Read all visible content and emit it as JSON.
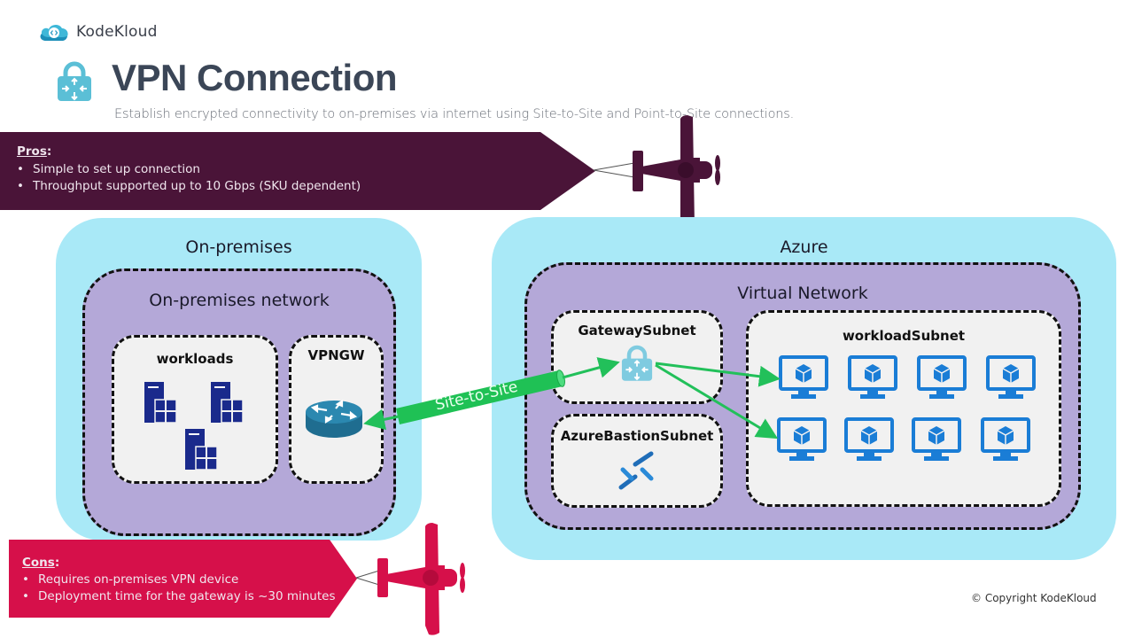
{
  "brand": {
    "name": "KodeKloud",
    "logo_icon": "kodekloud-cloud-logo-icon"
  },
  "header": {
    "title": "VPN Connection",
    "title_icon": "vpn-gateway-lock-icon",
    "subtitle": "Establish encrypted connectivity to on-premises via internet using Site-to-Site and Point-to-Site connections."
  },
  "pros": {
    "heading": "Pros",
    "items": [
      "Simple to set up connection",
      "Throughput supported up to 10 Gbps (SKU dependent)"
    ],
    "color": "#4a1438"
  },
  "cons": {
    "heading": "Cons",
    "items": [
      "Requires on-premises VPN device",
      "Deployment time for the gateway is ~30 minutes"
    ],
    "color": "#d6104a"
  },
  "diagram": {
    "onprem": {
      "label": "On-premises",
      "network_label": "On-premises network",
      "workloads_label": "workloads",
      "workload_servers": 3,
      "vpngw_label": "VPNGW"
    },
    "azure": {
      "label": "Azure",
      "vnet_label": "Virtual Network",
      "gateway_subnet_label": "GatewaySubnet",
      "bastion_subnet_label": "AzureBastionSubnet",
      "workload_subnet_label": "workloadSubnet",
      "vm_count": 8
    },
    "connection_label": "Site-to-Site",
    "colors": {
      "cloud_zone": "#a9e9f7",
      "vnet": "#b4a8d8",
      "subnet": "#f1f1f1",
      "arrow": "#22c05a",
      "vm_blue": "#1a7dd6",
      "server_navy": "#1a2a8c",
      "router_teal": "#2b7fa3"
    }
  },
  "footer": {
    "copyright": "© Copyright KodeKloud"
  }
}
